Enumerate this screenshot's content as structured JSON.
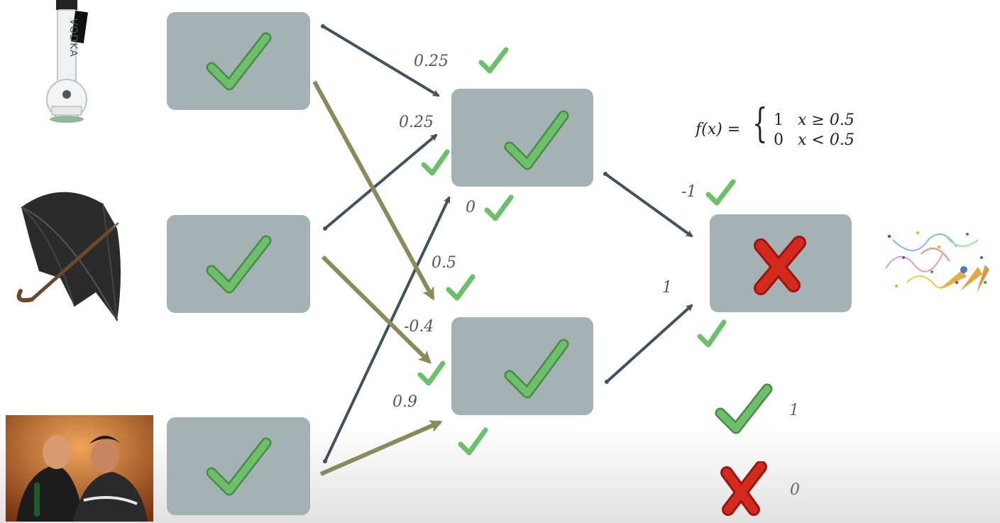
{
  "weights": {
    "w_in1_h1": "0.25",
    "w_in2_h1": "0.25",
    "w_in3_h1": "0",
    "w_in1_h2": "0.5",
    "w_in2_h2": "-0.4",
    "w_in3_h2": "0.9",
    "w_h1_out": "-1",
    "w_h2_out": "1"
  },
  "formula": {
    "lhs": "f(x) =",
    "row1_value": "1",
    "row1_condition": "x ≥ 0.5",
    "row2_value": "0",
    "row2_condition": "x < 0.5"
  },
  "legend": {
    "check_value": "1",
    "cross_value": "0"
  },
  "images": {
    "vodka_label": "VODKA"
  },
  "colors": {
    "node_fill": "#a4b2b3",
    "check_green": "#6cc06a",
    "cross_red": "#d42a1e",
    "arrow_dark": "#3f5260",
    "arrow_olive": "#8a8a5a"
  }
}
